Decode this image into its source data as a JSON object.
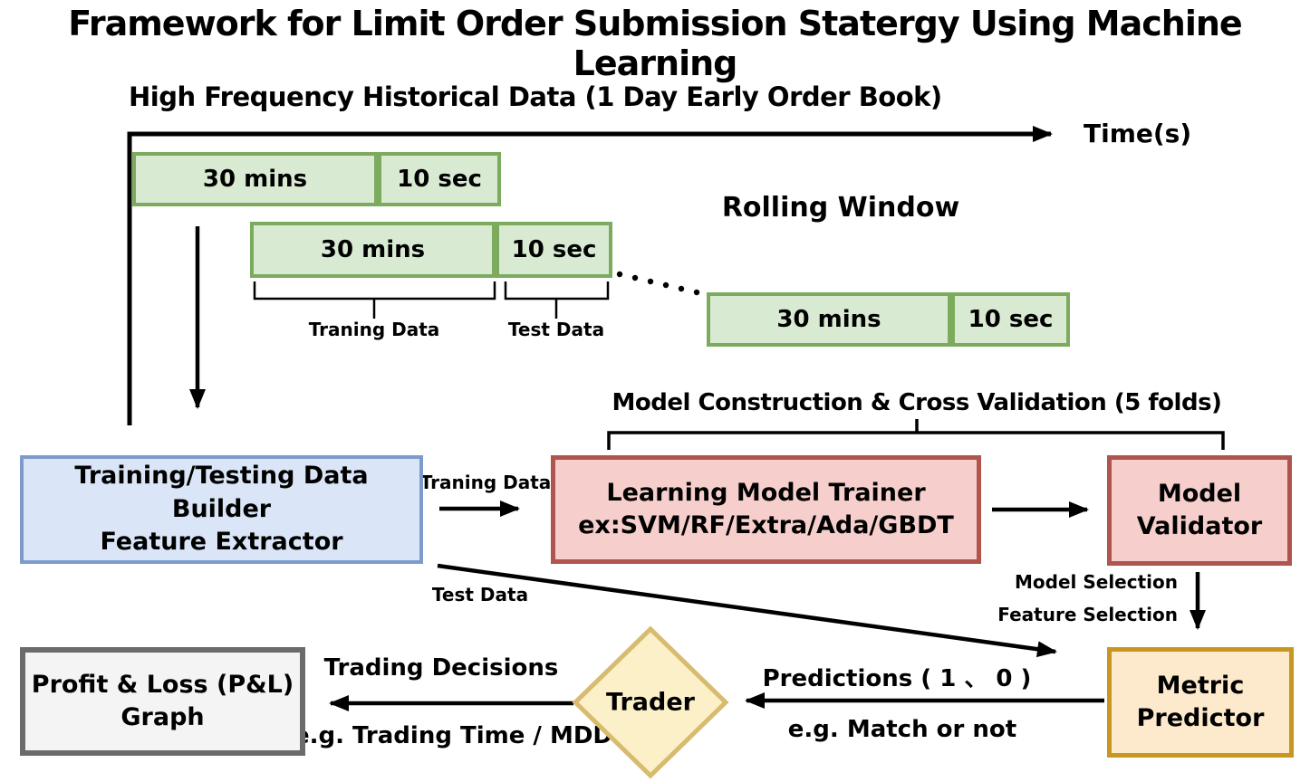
{
  "title": "Framework for Limit Order Submission Statergy Using Machine Learning",
  "timeline": {
    "header": "High Frequency Historical Data (1 Day Early Order Book)",
    "axis_label": "Time(s)",
    "rolling_window_label": "Rolling Window",
    "windows": [
      {
        "train": "30 mins",
        "test": "10 sec"
      },
      {
        "train": "30 mins",
        "test": "10 sec"
      },
      {
        "train": "30 mins",
        "test": "10 sec"
      }
    ],
    "braces": {
      "training": "Traning Data",
      "test": "Test Data"
    }
  },
  "section": {
    "model_construction": "Model Construction & Cross Validation (5 folds)"
  },
  "nodes": {
    "data_builder": {
      "line1": "Training/Testing Data Builder",
      "line2": "Feature Extractor"
    },
    "model_trainer": {
      "line1": "Learning Model Trainer",
      "line2": "ex:SVM/RF/Extra/Ada/GBDT"
    },
    "model_validator": {
      "line1": "Model",
      "line2": "Validator"
    },
    "metric_predictor": {
      "line1": "Metric",
      "line2": "Predictor"
    },
    "trader": {
      "label": "Trader"
    },
    "pnl": {
      "line1": "Profit & Loss (P&L)",
      "line2": "Graph"
    }
  },
  "edges": {
    "training_data": "Traning Data",
    "test_data": "Test Data",
    "model_selection": "Model Selection",
    "feature_selection": "Feature Selection",
    "predictions": "Predictions ( 1 、 0 )",
    "match": "e.g. Match or not",
    "trading_decisions": "Trading Decisions",
    "trading_time": "e.g. Trading Time / MDD"
  },
  "colors": {
    "window_fill": "#d9ead3",
    "window_border": "#7cab5e",
    "builder_fill": "#dae6f7",
    "builder_border": "#7d9bcb",
    "model_fill": "#f6cfcc",
    "model_border": "#b0544e",
    "metric_fill": "#fdeacc",
    "metric_border": "#c9961f",
    "trader_fill": "#fbf0c8",
    "trader_border": "#d7bb6e",
    "pnl_fill": "#f4f4f4",
    "pnl_border": "#6b6b6b",
    "line": "#000000"
  }
}
